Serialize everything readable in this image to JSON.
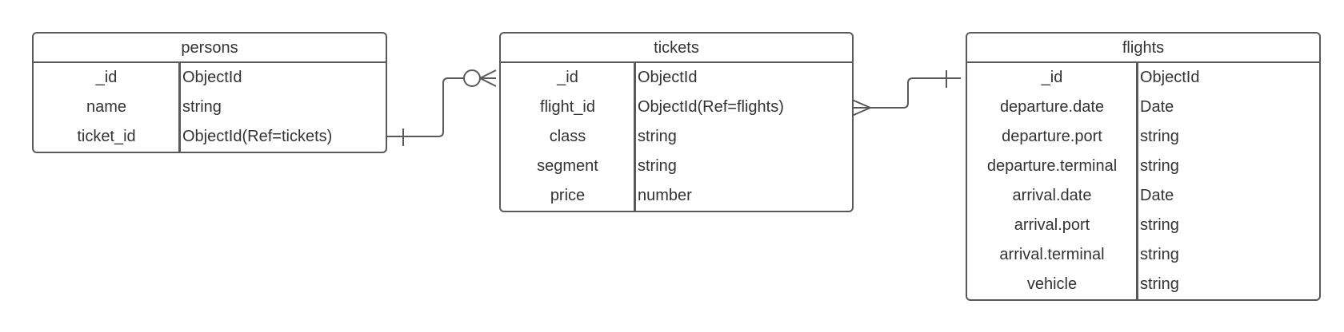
{
  "entities": [
    {
      "id": "persons",
      "title": "persons",
      "fields": [
        {
          "name": "_id",
          "type": "ObjectId"
        },
        {
          "name": "name",
          "type": "string"
        },
        {
          "name": "ticket_id",
          "type": "ObjectId(Ref=tickets)"
        }
      ]
    },
    {
      "id": "tickets",
      "title": "tickets",
      "fields": [
        {
          "name": "_id",
          "type": "ObjectId"
        },
        {
          "name": "flight_id",
          "type": "ObjectId(Ref=flights)"
        },
        {
          "name": "class",
          "type": "string"
        },
        {
          "name": "segment",
          "type": "string"
        },
        {
          "name": "price",
          "type": "number"
        }
      ]
    },
    {
      "id": "flights",
      "title": "flights",
      "fields": [
        {
          "name": "_id",
          "type": "ObjectId"
        },
        {
          "name": "departure.date",
          "type": "Date"
        },
        {
          "name": "departure.port",
          "type": "string"
        },
        {
          "name": "departure.terminal",
          "type": "string"
        },
        {
          "name": "arrival.date",
          "type": "Date"
        },
        {
          "name": "arrival.port",
          "type": "string"
        },
        {
          "name": "arrival.terminal",
          "type": "string"
        },
        {
          "name": "vehicle",
          "type": "string"
        }
      ]
    }
  ],
  "relationships": [
    {
      "from": "persons",
      "to": "tickets",
      "from_cardinality": "one",
      "to_cardinality": "zero-or-many"
    },
    {
      "from": "tickets",
      "to": "flights",
      "from_cardinality": "many",
      "to_cardinality": "one"
    }
  ],
  "colors": {
    "line": "#595959",
    "text": "#333333",
    "background": "#ffffff"
  }
}
